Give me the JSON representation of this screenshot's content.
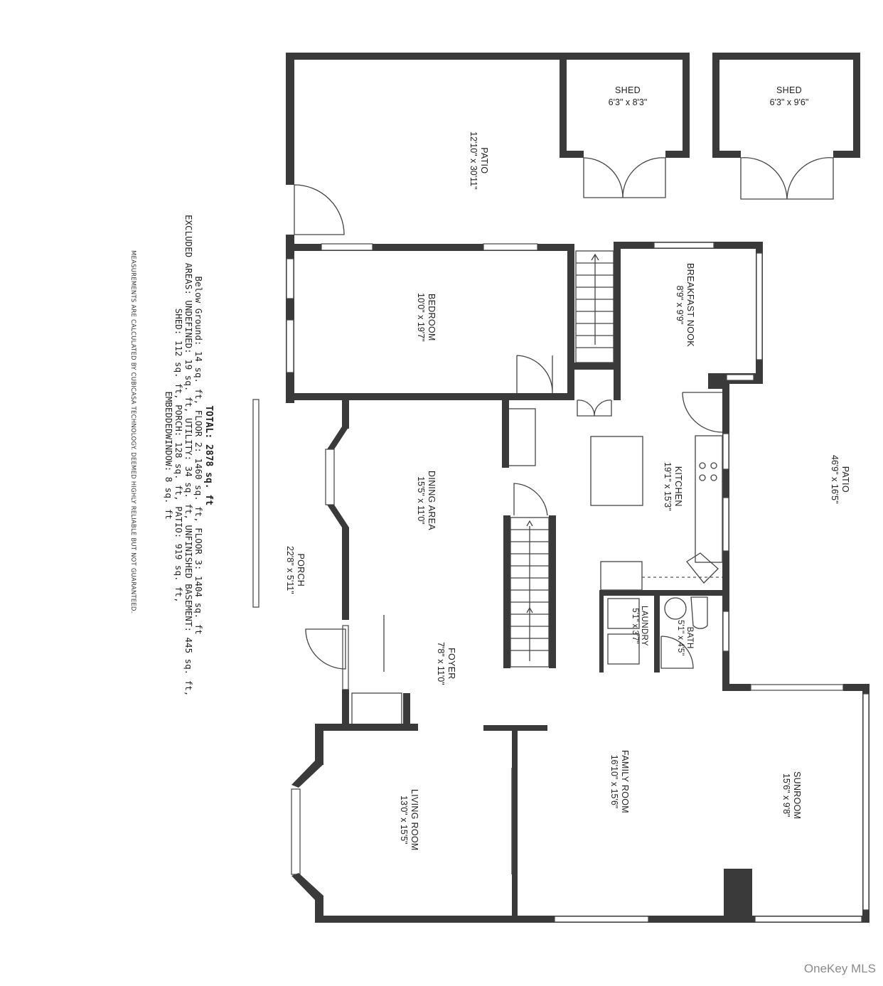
{
  "floorplan": {
    "orientation": "rotated-90-clockwise",
    "rooms": [
      {
        "id": "patio-rear",
        "name": "PATIO",
        "dimensions": "12'10\" x 30'11\""
      },
      {
        "id": "shed-1",
        "name": "SHED",
        "dimensions": "6'3\" x 8'3\""
      },
      {
        "id": "shed-2",
        "name": "SHED",
        "dimensions": "6'3\" x 9'6\""
      },
      {
        "id": "bedroom",
        "name": "BEDROOM",
        "dimensions": "10'0\" x 19'7\""
      },
      {
        "id": "breakfast-nook",
        "name": "BREAKFAST NOOK",
        "dimensions": "8'9\" x 9'9\""
      },
      {
        "id": "patio-side",
        "name": "PATIO",
        "dimensions": "46'9\" x 16'5\""
      },
      {
        "id": "kitchen",
        "name": "KITCHEN",
        "dimensions": "19'1\" x 15'3\""
      },
      {
        "id": "dining-area",
        "name": "DINING AREA",
        "dimensions": "15'5\" x 11'0\""
      },
      {
        "id": "porch",
        "name": "PORCH",
        "dimensions": "22'8\" x 5'11\""
      },
      {
        "id": "foyer",
        "name": "FOYER",
        "dimensions": "7'8\" x 11'0\""
      },
      {
        "id": "laundry",
        "name": "LAUNDRY",
        "dimensions": "5'1\" x 3'7\""
      },
      {
        "id": "bath",
        "name": "BATH",
        "dimensions": "5'1\" x 4'5\""
      },
      {
        "id": "family-room",
        "name": "FAMILY ROOM",
        "dimensions": "16'10\" x 15'6\""
      },
      {
        "id": "sunroom",
        "name": "SUNROOM",
        "dimensions": "15'6\" x 9'8\""
      },
      {
        "id": "living-room",
        "name": "LIVING ROOM",
        "dimensions": "13'0\" x 15'5\""
      }
    ],
    "summary": {
      "total": "TOTAL: 2878 sq. ft",
      "line1": "Below Ground: 14 sq. ft, FLOOR 2: 1460 sq. ft, FLOOR 3: 1404 sq. ft",
      "line2": "EXCLUDED AREAS: UNDEFINED: 19 sq. ft, UTILITY: 34 sq. ft, UNFINISHED BASEMENT: 445 sq. ft,",
      "line3": "SHED: 112 sq. ft, PORCH: 128 sq. ft, PATIO: 919 sq. ft,",
      "line4": "EMBEDDEDWINDOW: 8 sq. ft"
    },
    "disclaimer": "MEASUREMENTS ARE CALCULATED BY CUBICASA TECHNOLOGY. DEEMED HIGHLY RELIABLE BUT NOT GUARANTEED.",
    "watermark": "OneKey MLS",
    "colors": {
      "wall": "#3a3a3a",
      "line": "#444444",
      "background": "#ffffff",
      "watermark": "#8a8a8a"
    }
  }
}
